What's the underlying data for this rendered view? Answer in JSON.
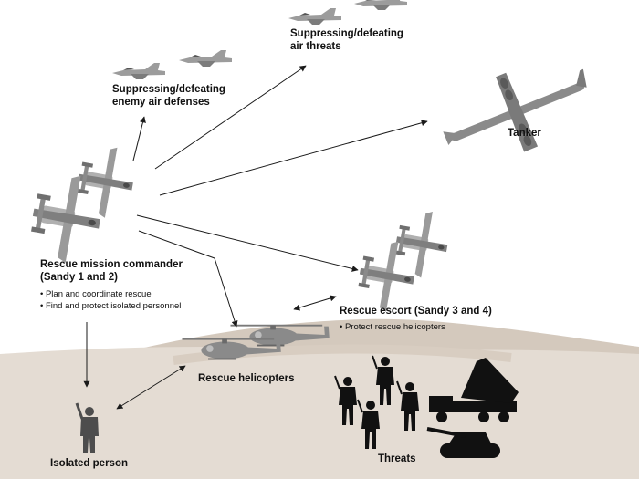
{
  "colors": {
    "arrow": "#1a1a1a",
    "ground": "#e4dcd3",
    "hill": "#d4c9bd",
    "aircraft": "#7a7a7a",
    "silhouette": "#111111"
  },
  "labels": {
    "sead": [
      "Suppressing/defeating",
      "enemy air defenses"
    ],
    "air_threats": [
      "Suppressing/defeating",
      "air threats"
    ],
    "tanker": "Tanker",
    "commander": [
      "Rescue mission commander",
      "(Sandy 1 and 2)"
    ],
    "commander_bullets": [
      "• Plan and coordinate rescue",
      "• Find and protect isolated personnel"
    ],
    "escort": "Rescue escort (Sandy 3 and 4)",
    "escort_bullets": [
      "• Protect rescue helicopters"
    ],
    "helicopters": "Rescue helicopters",
    "isolated": "Isolated person",
    "threats": "Threats"
  },
  "icons": [
    "a10-icon",
    "fighter-jet-icon",
    "tanker-aircraft-icon",
    "helicopter-icon",
    "soldier-icon",
    "rocket-launcher-icon",
    "tank-icon"
  ]
}
